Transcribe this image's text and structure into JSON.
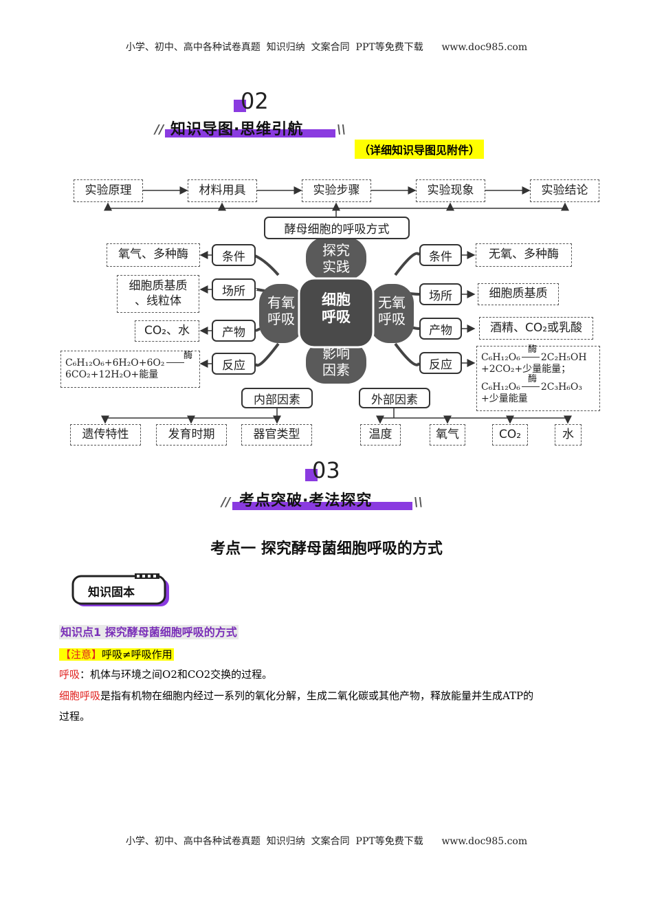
{
  "header": {
    "text": "小学、初中、高中各种试卷真题  知识归纳  文案合同  PPT等免费下载      www.doc985.com"
  },
  "footer": {
    "text": "小学、初中、高中各种试卷真题  知识归纳  文案合同  PPT等免费下载      www.doc985.com"
  },
  "section2": {
    "number": "02",
    "title": "知识导图·思维引航",
    "note": "（详细知识导图见附件）"
  },
  "mindmap": {
    "top_steps": [
      "实验原理",
      "材料用具",
      "实验步骤",
      "实验现象",
      "实验结论"
    ],
    "root": "酵母细胞的呼吸方式",
    "hub_center": "细胞\n呼吸",
    "hub_top": "探究\n实践",
    "hub_left": "有氧\n呼吸",
    "hub_right": "无氧\n呼吸",
    "hub_bottom": "影响\n因素",
    "left": {
      "labels": [
        "条件",
        "场所",
        "产物",
        "反应"
      ],
      "condition": "氧气、多种酶",
      "location": "细胞质基质\n、线粒体",
      "product": "CO₂、水",
      "reaction_line1": "C₆H₁₂O₆+6H₂O+6O₂",
      "reaction_enzyme": "酶",
      "reaction_line2": "6CO₂+12H₂O+能量"
    },
    "right": {
      "labels": [
        "条件",
        "场所",
        "产物",
        "反应"
      ],
      "condition": "无氧、多种酶",
      "location": "细胞质基质",
      "product": "酒精、CO₂或乳酸",
      "reaction1_left": "C₆H₁₂O₆",
      "reaction1_right": "2C₂H₅OH",
      "reaction1_line2": "+2CO₂+少量能量；",
      "reaction2_left": "C₆H₁₂O₆",
      "reaction2_right": "2C₃H₆O₃",
      "reaction2_line2": "+少量能量",
      "enzyme": "酶"
    },
    "internal": {
      "label": "内部因素",
      "items": [
        "遗传特性",
        "发育时期",
        "器官类型"
      ]
    },
    "external": {
      "label": "外部因素",
      "items": [
        "温度",
        "氧气",
        "CO₂",
        "水"
      ]
    }
  },
  "section3": {
    "number": "03",
    "title": "考点突破·考法探究"
  },
  "kaodian": {
    "title": "考点一   探究酵母菌细胞呼吸的方式"
  },
  "badge": {
    "label": "知识固本"
  },
  "knowledge": {
    "heading": "知识点1  探究酵母菌细胞呼吸的方式",
    "note_bracket_open": "【",
    "note_word": "注意",
    "note_bracket_close": "】",
    "note_text": "呼吸≠呼吸作用",
    "p1_term": "呼吸",
    "p1_text": "：机体与环境之间O2和CO2交换的过程。",
    "p2_term": "细胞呼吸",
    "p2_text": "是指有机物在细胞内经过一系列的氧化分解，生成二氧化碳或其他产物，释放能量并生成ATP的",
    "p2_cont": "过程。"
  }
}
